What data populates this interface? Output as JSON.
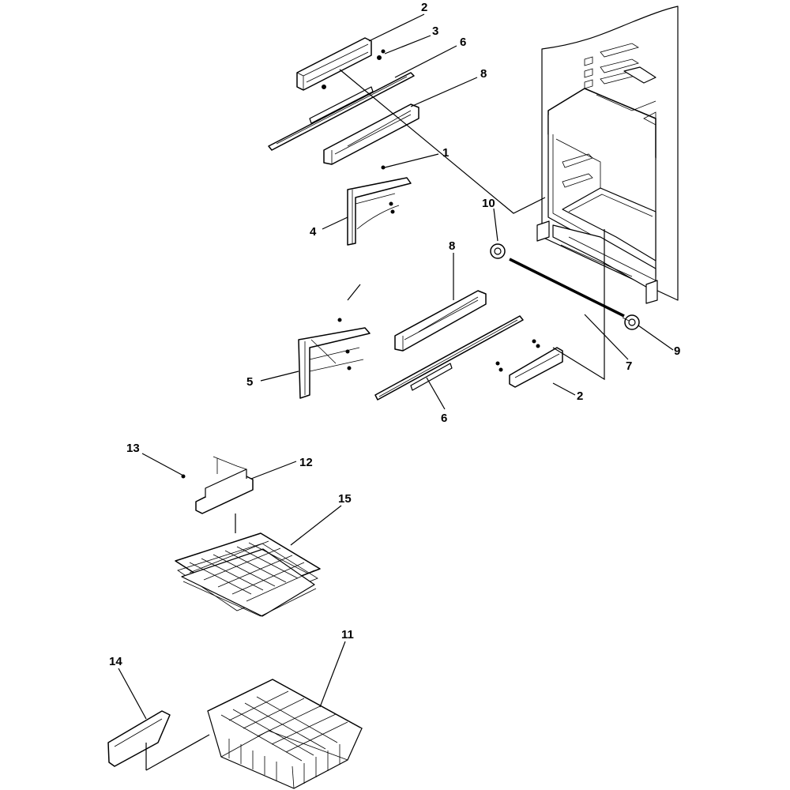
{
  "callouts": [
    {
      "id": "c2a",
      "text": "2"
    },
    {
      "id": "c3",
      "text": "3"
    },
    {
      "id": "c6a",
      "text": "6"
    },
    {
      "id": "c8a",
      "text": "8"
    },
    {
      "id": "c1",
      "text": "1"
    },
    {
      "id": "c4",
      "text": "4"
    },
    {
      "id": "c10",
      "text": "10"
    },
    {
      "id": "c8b",
      "text": "8"
    },
    {
      "id": "c9",
      "text": "9"
    },
    {
      "id": "c7",
      "text": "7"
    },
    {
      "id": "c5",
      "text": "5"
    },
    {
      "id": "c2b",
      "text": "2"
    },
    {
      "id": "c6b",
      "text": "6"
    },
    {
      "id": "c13",
      "text": "13"
    },
    {
      "id": "c12",
      "text": "12"
    },
    {
      "id": "c15",
      "text": "15"
    },
    {
      "id": "c11",
      "text": "11"
    },
    {
      "id": "c14",
      "text": "14"
    }
  ]
}
